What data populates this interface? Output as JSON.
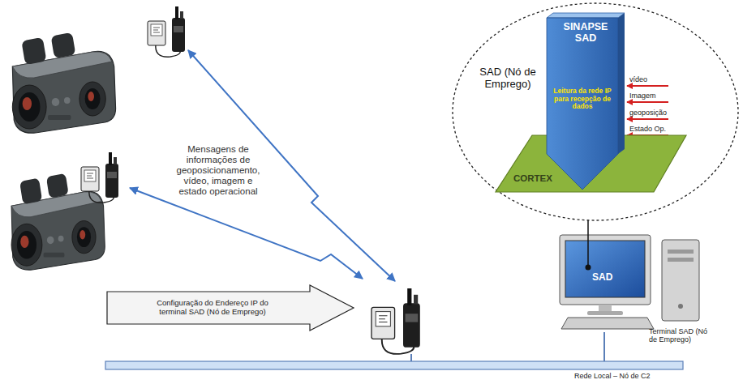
{
  "diagram": {
    "nodes": [
      {
        "text": [
          "SAD (Nó de Emprego)"
        ]
      },
      {
        "text": [
          "SINAPSE SAD",
          "Leitura da rede IP para recepção de dados"
        ],
        "in": 0
      },
      {
        "text": [
          "CORTEX"
        ],
        "in": 0
      },
      {
        "text": [
          "Configuração do Endereço IP do terminal SAD (Nó de Emprego)"
        ]
      },
      {
        "text": [
          "SAD",
          "Terminal SAD (Nó de Emprego)"
        ]
      },
      {
        "text": [
          "Rede Local – Nó de C2"
        ]
      }
    ],
    "edges": [
      {
        "from": 4,
        "to": 0,
        "arrow": "none"
      },
      {
        "from": 4,
        "to": 5,
        "arrow": "none"
      }
    ],
    "labels": [
      "Mensagens de informações de geoposicionamento, vídeo, imagem e estado operacional",
      "vídeo",
      "Imagem",
      "geoposição",
      "Estado Op."
    ]
  }
}
